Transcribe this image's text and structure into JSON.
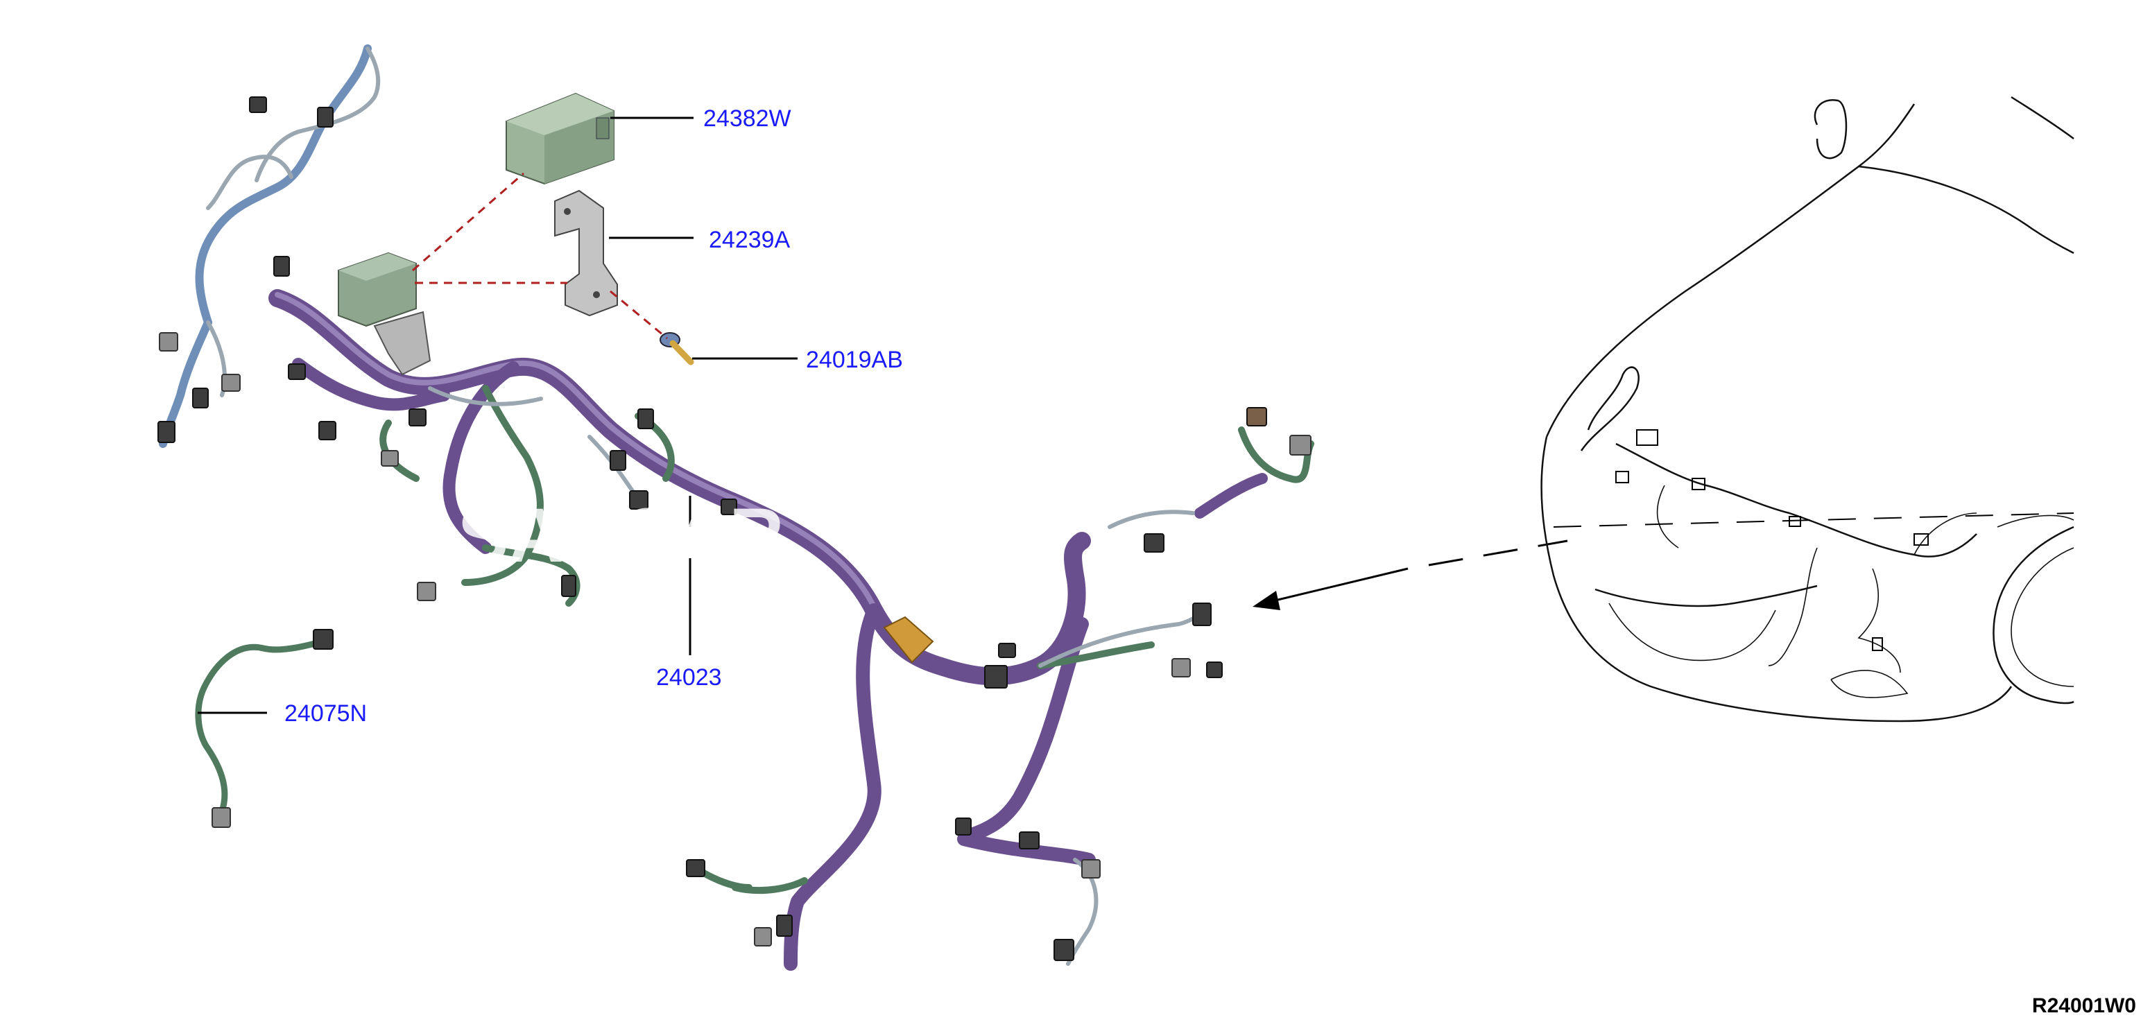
{
  "diagram": {
    "figure_code": "R24001W0",
    "watermark": "SAUCAR",
    "part_labels": [
      {
        "id": "p1",
        "text": "24382W"
      },
      {
        "id": "p2",
        "text": "24239A"
      },
      {
        "id": "p3",
        "text": "24019AB"
      },
      {
        "id": "p4",
        "text": "24023"
      },
      {
        "id": "p5",
        "text": "24075N"
      }
    ]
  },
  "colors": {
    "label": "#1a1aff",
    "harness_main": "#6a4f8e",
    "harness_branch": "#4f7a5e",
    "relay_box": "#9bb49a",
    "bracket": "#bdbdbd",
    "dashed_link": "#b02020"
  }
}
